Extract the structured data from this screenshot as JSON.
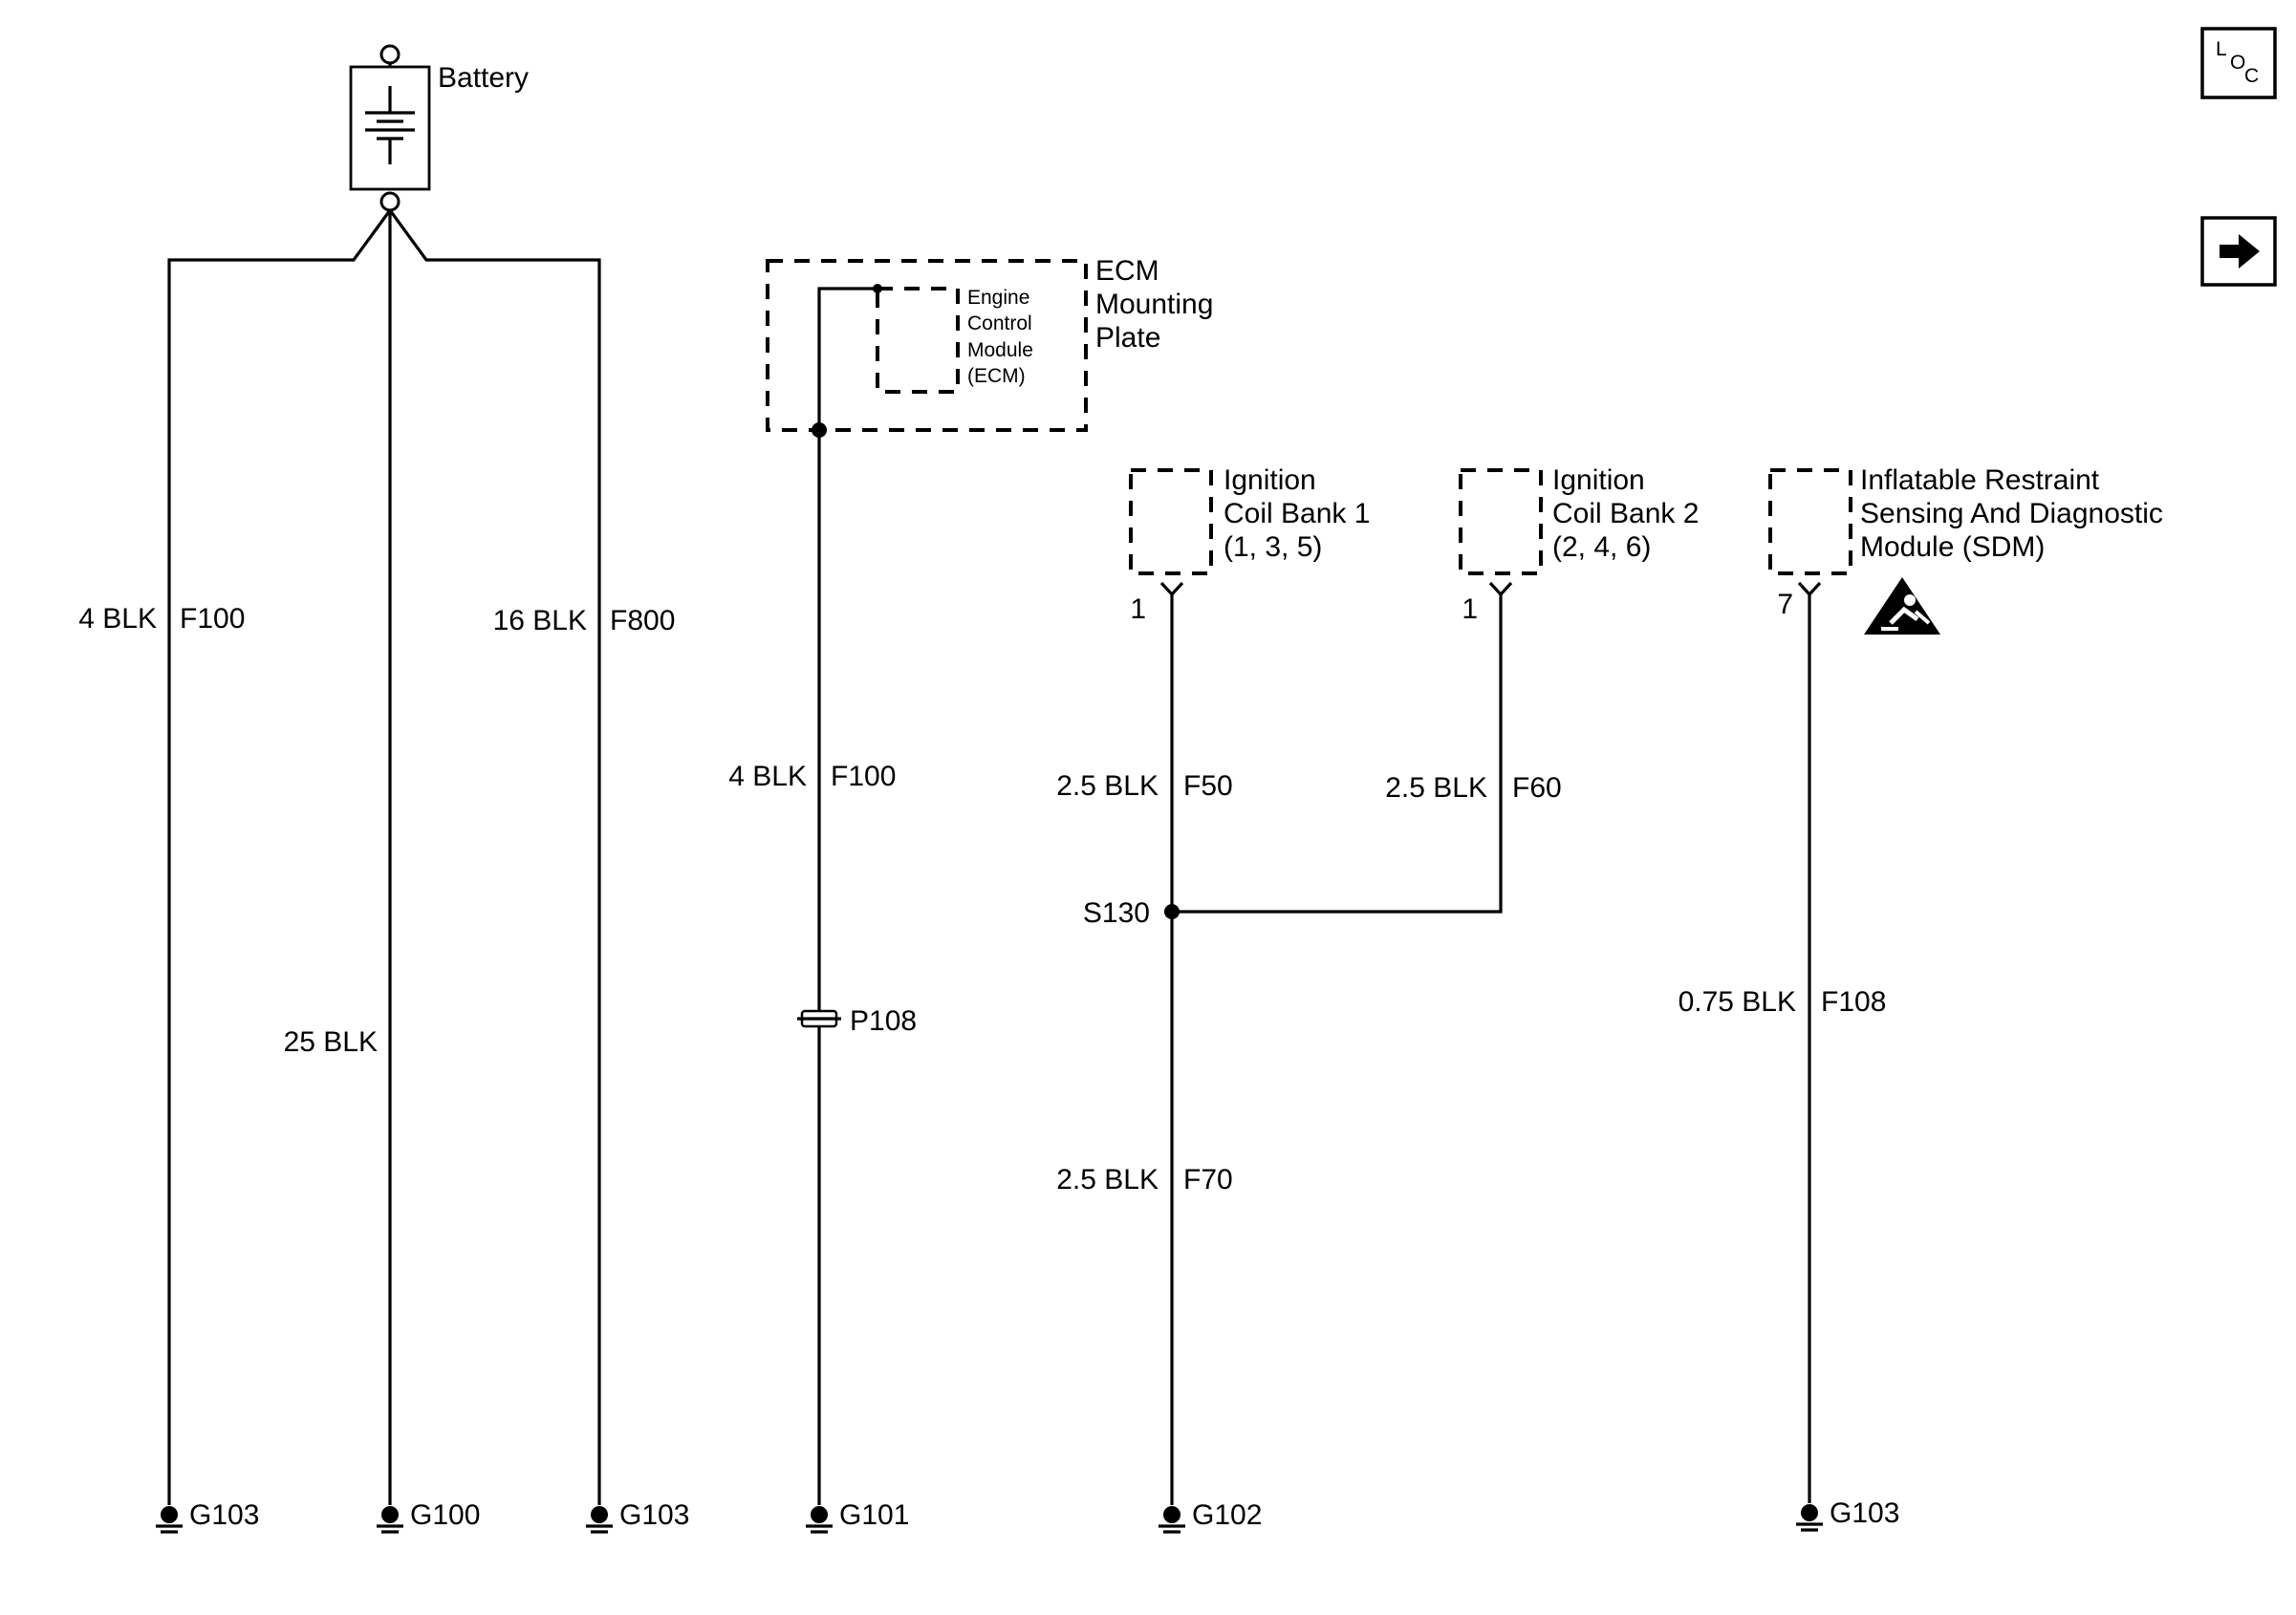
{
  "battery": {
    "label": "Battery"
  },
  "ecm": {
    "plate_label": [
      "ECM",
      "Mounting",
      "Plate"
    ],
    "module_label": [
      "Engine",
      "Control",
      "Module",
      "(ECM)"
    ]
  },
  "components": {
    "coil1": {
      "lines": [
        "Ignition",
        "Coil Bank 1",
        "(1, 3, 5)"
      ],
      "pin": "1"
    },
    "coil2": {
      "lines": [
        "Ignition",
        "Coil Bank 2",
        "(2, 4, 6)"
      ],
      "pin": "1"
    },
    "sdm": {
      "lines": [
        "Inflatable Restraint",
        "Sensing And Diagnostic",
        "Module (SDM)"
      ],
      "pin": "7"
    }
  },
  "wires": {
    "w1": {
      "gauge": "4 BLK",
      "circuit": "F100"
    },
    "w2": {
      "gauge": "25 BLK"
    },
    "w3": {
      "gauge": "16 BLK",
      "circuit": "F800"
    },
    "w4": {
      "gauge": "4 BLK",
      "circuit": "F100"
    },
    "w5": {
      "gauge": "2.5 BLK",
      "circuit": "F50"
    },
    "w6": {
      "gauge": "2.5 BLK",
      "circuit": "F60"
    },
    "w7": {
      "gauge": "2.5 BLK",
      "circuit": "F70"
    },
    "w8": {
      "gauge": "0.75 BLK",
      "circuit": "F108"
    }
  },
  "splice": {
    "label": "S130"
  },
  "connector": {
    "label": "P108"
  },
  "grounds": [
    "G103",
    "G100",
    "G103",
    "G101",
    "G102",
    "G103"
  ],
  "nav": {
    "loc_letters": [
      "L",
      "O",
      "C"
    ],
    "loc_icon": "location-icon",
    "next_icon": "arrow-right-icon"
  },
  "sdm_warning_icon": "airbag-warning-icon"
}
